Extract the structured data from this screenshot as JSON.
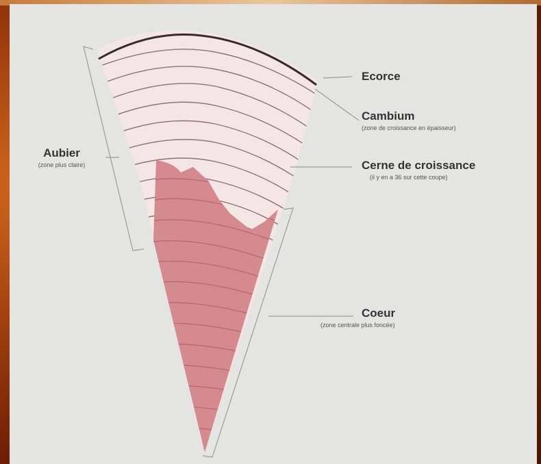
{
  "labels": {
    "ecorce": {
      "title": "Ecorce"
    },
    "cambium": {
      "title": "Cambium",
      "note": "(zone de croissance en épaisseur)"
    },
    "cerne": {
      "title": "Cerne de croissance",
      "note": "(il y en a 36 sur cette coupe)"
    },
    "coeur": {
      "title": "Coeur",
      "note": "(zone centrale plus foncée)"
    },
    "aubier": {
      "title": "Aubier",
      "note": "(zone plus claire)"
    }
  },
  "colors": {
    "background": "#e4e4e2",
    "sapwood": "#f4e6e4",
    "heartwood": "#d48a8e",
    "ring_line": "#6b4a48",
    "bark": "#3a2a2a",
    "leader_line": "#8a8a8a"
  }
}
